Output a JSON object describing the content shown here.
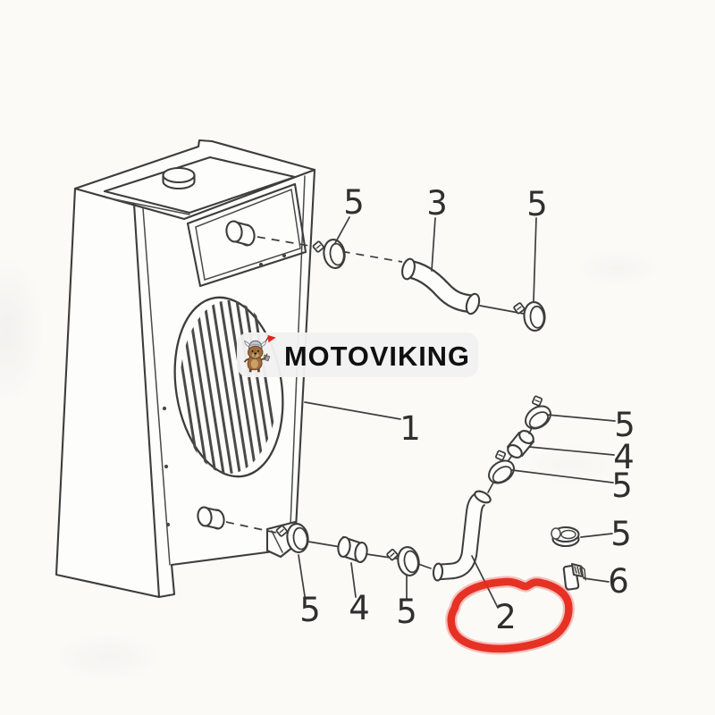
{
  "watermark": {
    "text": "MOTOVIKING",
    "logo": "viking-dog-mascot"
  },
  "colors": {
    "paper": "#fbfaf7",
    "line": "#3d3d3d",
    "label_text": "#2f2f2f",
    "badge_background": "#f1f1f1",
    "badge_text": "#0f0f0f",
    "highlight_red": "#e5291c"
  },
  "callouts": [
    {
      "id": "clamp-upper-left",
      "label": "5"
    },
    {
      "id": "hose-upper",
      "label": "3"
    },
    {
      "id": "clamp-upper-right",
      "label": "5"
    },
    {
      "id": "radiator-body",
      "label": "1"
    },
    {
      "id": "clamp-right-top",
      "label": "5"
    },
    {
      "id": "sleeve-right",
      "label": "4"
    },
    {
      "id": "clamp-right-bottom",
      "label": "5"
    },
    {
      "id": "clamp-single",
      "label": "5"
    },
    {
      "id": "bracket",
      "label": "6"
    },
    {
      "id": "clamp-lower-left",
      "label": "5"
    },
    {
      "id": "sleeve-lower",
      "label": "4"
    },
    {
      "id": "clamp-lower-middle",
      "label": "5"
    },
    {
      "id": "hose-lower",
      "label": "2",
      "highlighted": true
    }
  ],
  "annotation": {
    "type": "hand-drawn-ellipse",
    "highlights_label": "2",
    "color": "#e5291c"
  }
}
